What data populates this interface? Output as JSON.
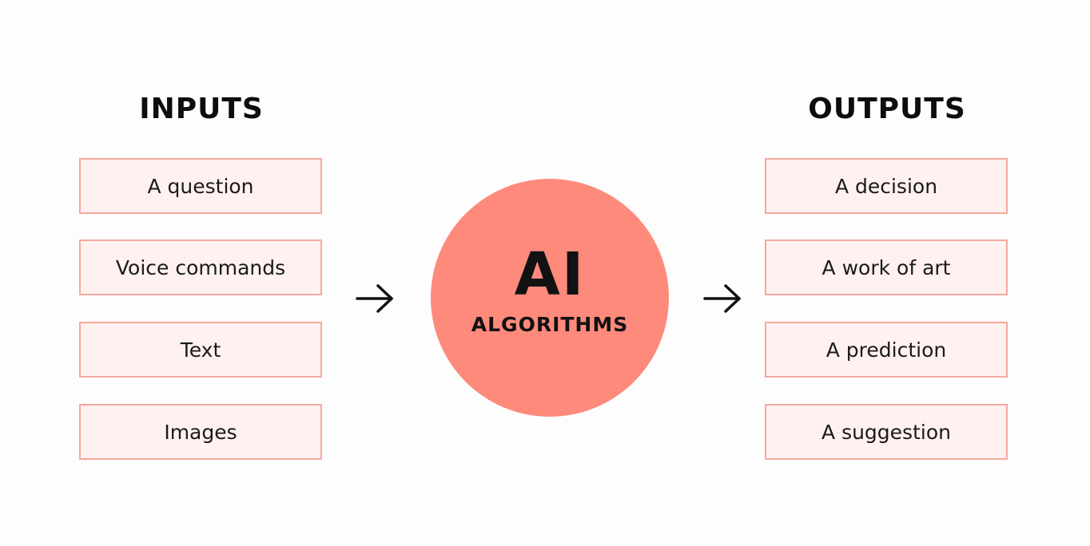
{
  "inputs": {
    "title": "INPUTS",
    "items": [
      "A question",
      "Voice commands",
      "Text",
      "Images"
    ]
  },
  "center": {
    "label": "AI",
    "sublabel": "ALGORITHMS",
    "color": "#fe8a7c"
  },
  "outputs": {
    "title": "OUTPUTS",
    "items": [
      "A decision",
      "A work of art",
      "A prediction",
      "A suggestion"
    ]
  },
  "colors": {
    "box_border": "#f5a9a0",
    "box_fill": "#fff1f0",
    "text": "#111111"
  },
  "icons": {
    "flow_arrow": "arrow-right-icon"
  }
}
